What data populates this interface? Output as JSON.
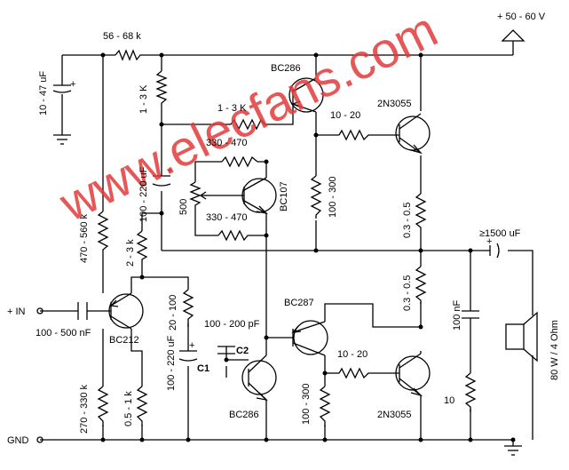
{
  "watermark": "www.elecfans.com",
  "supply": "+ 50 - 60 V",
  "gnd": "GND",
  "input": "+ IN",
  "labels": {
    "r_top": "56 - 68 k",
    "c_supply": "10 - 47 uF",
    "r_1_3k_v": "1 - 3 K",
    "r_1_3k_h": "1 - 3 K",
    "q_bc286_top": "BC286",
    "r_10_20_top": "10 - 20",
    "q_2n3055_top": "2N3055",
    "r_330_470_top": "330 - 470",
    "c_100_220_top": "100 - 220 uF",
    "pot_500": "500",
    "q_bc107": "BC107",
    "r_330_470_bot": "330 - 470",
    "r_100_300_top": "100 - 300",
    "r_03_05_top": "0.3 - 0.5",
    "c_out": "≥1500 uF",
    "r_470_560k": "470 - 560 k",
    "r_2_3k": "2 - 3 k",
    "c_in": "100 - 500 nF",
    "q_bc212": "BC212",
    "r_20_100": "20 - 100",
    "c_100_200pf": "100 - 200 pF",
    "q_bc287": "BC287",
    "r_03_05_bot": "0.3 - 0.5",
    "c_100nf": "100 nF",
    "speaker": "80 W / 4 Ohm",
    "c_100_220_bot": "100 - 220 uF",
    "c1": "C1",
    "c2": "C2",
    "r_10_20_bot": "10 - 20",
    "r_270_330k": "270 - 330 k",
    "r_05_1k": "0.5 - 1 k",
    "q_bc286_bot": "BC286",
    "r_100_300_bot": "100 - 300",
    "q_2n3055_bot": "2N3055",
    "r_10": "10"
  }
}
